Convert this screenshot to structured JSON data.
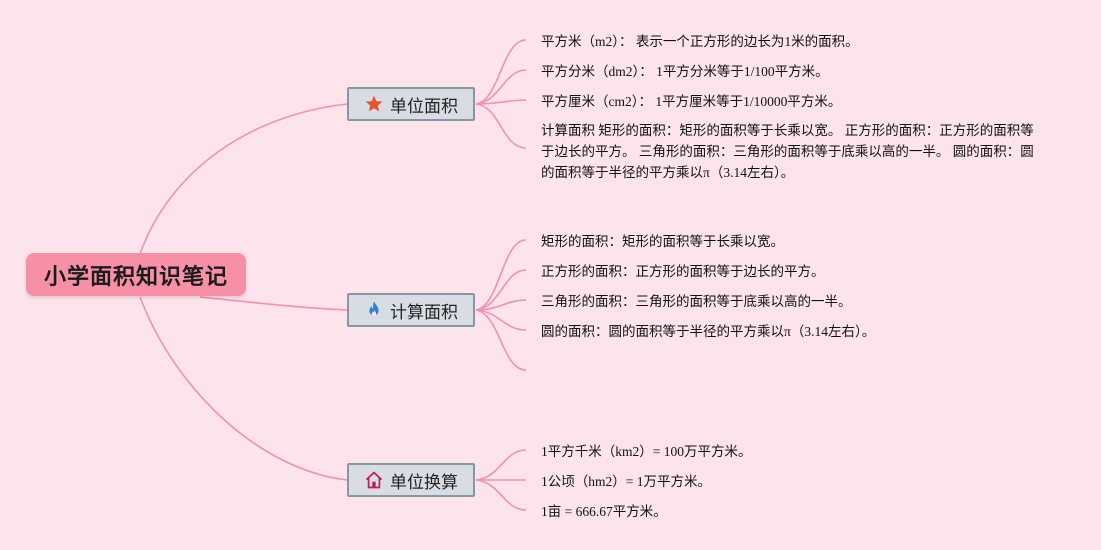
{
  "root": {
    "title": "小学面积知识笔记"
  },
  "branches": [
    {
      "label": "单位面积",
      "icon": "star-icon",
      "icon_color": "#e4572e",
      "items": [
        "平方米（m2）：  表示一个正方形的边长为1米的面积。",
        "平方分米（dm2）：  1平方分米等于1/100平方米。",
        "平方厘米（cm2）：  1平方厘米等于1/10000平方米。",
        "计算面积 矩形的面积：矩形的面积等于长乘以宽。 正方形的面积：正方形的面积等于边长的平方。 三角形的面积：三角形的面积等于底乘以高的一半。 圆的面积：圆的面积等于半径的平方乘以π（3.14左右）。"
      ]
    },
    {
      "label": "计算面积",
      "icon": "flame-icon",
      "icon_color": "#2f7fe0",
      "items": [
        "矩形的面积：矩形的面积等于长乘以宽。",
        "正方形的面积：正方形的面积等于边长的平方。",
        "三角形的面积：三角形的面积等于底乘以高的一半。",
        "圆的面积：圆的面积等于半径的平方乘以π（3.14左右）。"
      ]
    },
    {
      "label": "单位换算",
      "icon": "home-icon",
      "icon_color": "#c2185b",
      "items": [
        "1平方千米（km2）= 100万平方米。",
        "1公顷（hm2）= 1万平方米。",
        "1亩 = 666.67平方米。"
      ]
    }
  ],
  "colors": {
    "background": "#fde4ec",
    "connector": "#f48fb1",
    "root_fill": "#f78fa7",
    "branch_fill": "#d8dde4",
    "branch_border": "#8b96a5"
  }
}
